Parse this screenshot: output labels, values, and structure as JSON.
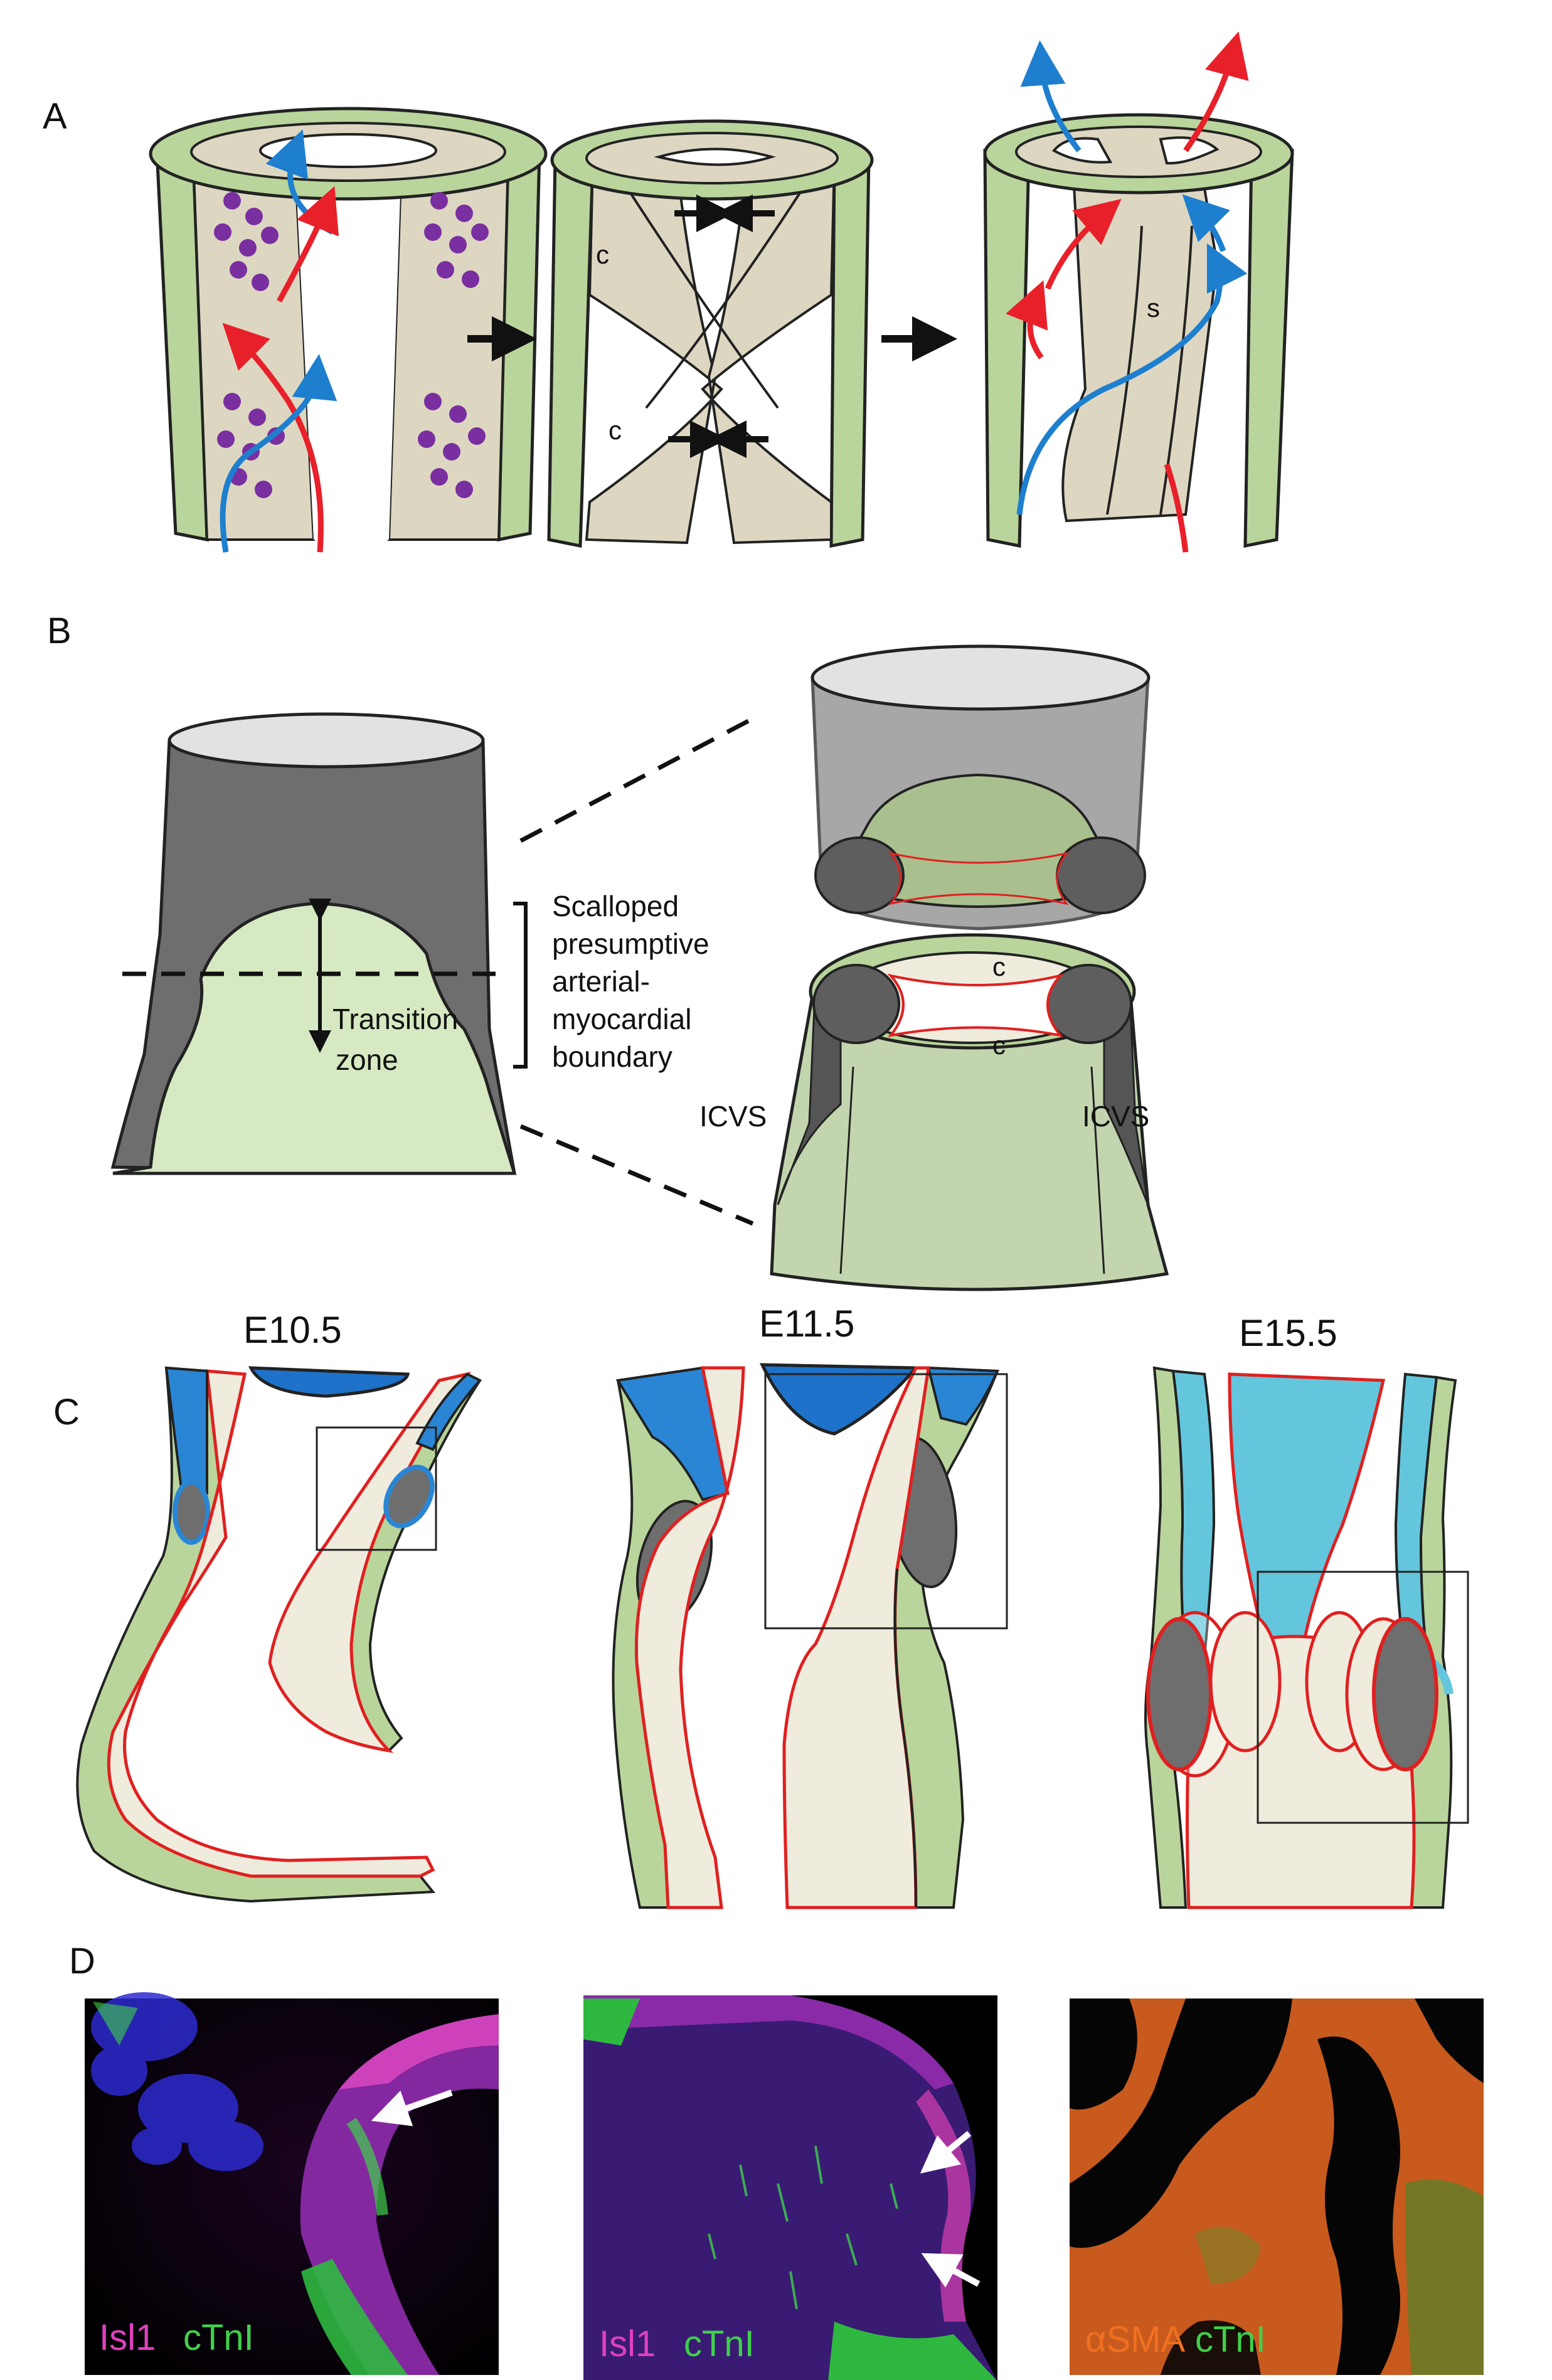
{
  "panels": {
    "a": "A",
    "b": "B",
    "c": "C",
    "d": "D"
  },
  "panel_a": {
    "cushion_label_mid_top": "c",
    "cushion_label_mid_bottom": "c",
    "septum_label": "s"
  },
  "panel_b": {
    "transition_zone_line1": "Transition",
    "transition_zone_line2": "zone",
    "boundary_line1": "Scalloped",
    "boundary_line2": "presumptive",
    "boundary_line3": "arterial-",
    "boundary_line4": "myocardial",
    "boundary_line5": "boundary",
    "cushion_top": "c",
    "cushion_bottom": "c",
    "icvs_left": "ICVS",
    "icvs_right": "ICVS"
  },
  "panel_c": {
    "stage1": "E10.5",
    "stage2": "E11.5",
    "stage3": "E15.5"
  },
  "panel_d": {
    "img1_marker1": "Isl1",
    "img1_marker2": "cTnI",
    "img2_marker1": "Isl1",
    "img2_marker2": "cTnI",
    "img3_marker1": "αSMA",
    "img3_marker2": "cTnI"
  },
  "colors": {
    "myocardium_green": "#b9d59b",
    "cushion_beige": "#ddd7c2",
    "mesenchyme_purple": "#7a2fa0",
    "flow_red": "#e8202a",
    "flow_blue": "#1e7fcf",
    "artery_grey": "#6e6e6e",
    "endothelium_red": "#e02020",
    "smooth_muscle_blue": "#2a86d4",
    "aorta_lightblue": "#63c6dc",
    "isl1_magenta": "#e040c0",
    "ctni_green": "#3fd04a",
    "asma_orange": "#f07020"
  }
}
